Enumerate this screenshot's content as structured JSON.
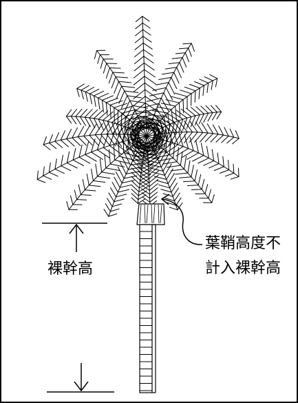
{
  "annotation": {
    "sheath_note_line1": "葉鞘高度不",
    "sheath_note_line2": "計入裸幹高",
    "trunk_height_label": "裸幹高"
  },
  "colors": {
    "ink": "#000000",
    "background": "#ffffff"
  }
}
